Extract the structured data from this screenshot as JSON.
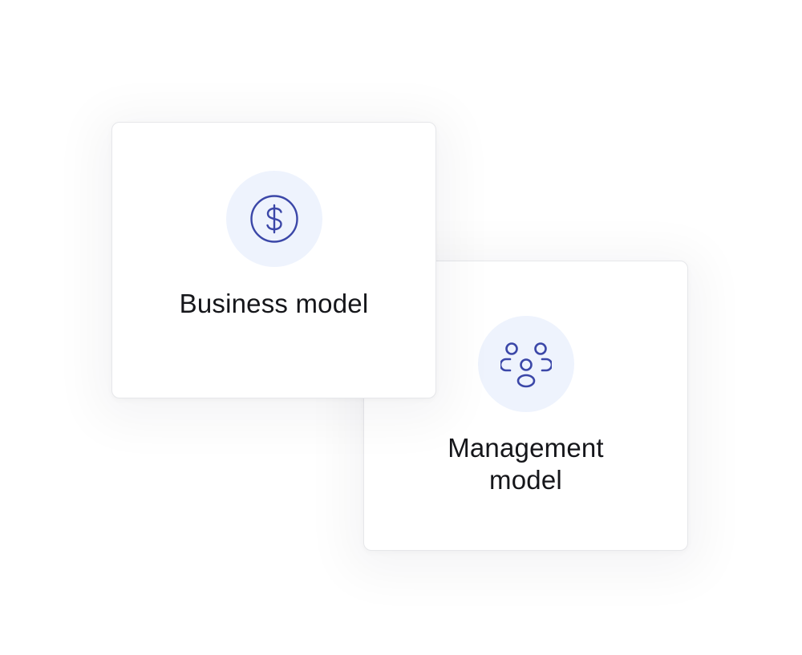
{
  "cards": [
    {
      "id": "business",
      "title": "Business model",
      "icon": "dollar-circle-icon"
    },
    {
      "id": "management",
      "title": "Management model",
      "icon": "people-group-icon"
    }
  ],
  "colors": {
    "icon_stroke": "#3b47a8",
    "icon_background": "#eef3fd",
    "card_background": "#ffffff",
    "card_border": "#e6e7ea",
    "title_text": "#15161a"
  }
}
